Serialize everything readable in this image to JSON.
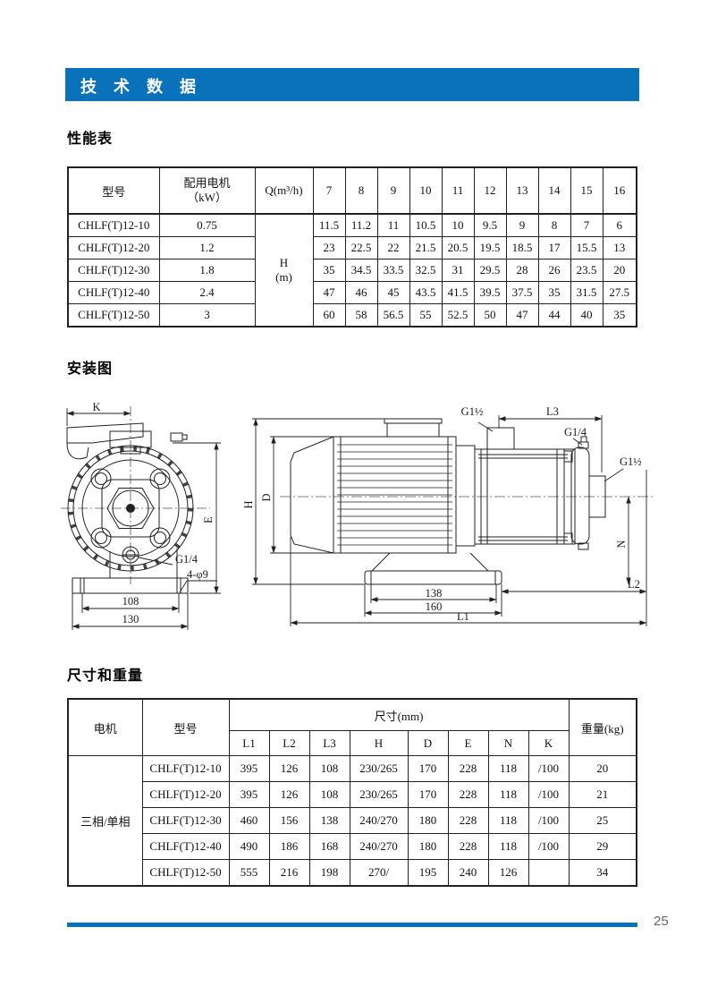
{
  "header": {
    "title": "技 术 数 据"
  },
  "sections": {
    "performance": "性能表",
    "installation": "安装图",
    "dimensions": "尺寸和重量"
  },
  "colors": {
    "accent": "#0a72ba"
  },
  "perf_table": {
    "col_model": "型号",
    "col_motor_line1": "配用电机",
    "col_motor_line2": "（kW）",
    "col_q": "Q(m³/h)",
    "flow_cols": [
      "7",
      "8",
      "9",
      "10",
      "11",
      "12",
      "13",
      "14",
      "15",
      "16"
    ],
    "h_label": "H",
    "h_unit": "(m)",
    "rows": [
      {
        "model": "CHLF(T)12-10",
        "power": "0.75",
        "v": [
          "11.5",
          "11.2",
          "11",
          "10.5",
          "10",
          "9.5",
          "9",
          "8",
          "7",
          "6"
        ]
      },
      {
        "model": "CHLF(T)12-20",
        "power": "1.2",
        "v": [
          "23",
          "22.5",
          "22",
          "21.5",
          "20.5",
          "19.5",
          "18.5",
          "17",
          "15.5",
          "13"
        ]
      },
      {
        "model": "CHLF(T)12-30",
        "power": "1.8",
        "v": [
          "35",
          "34.5",
          "33.5",
          "32.5",
          "31",
          "29.5",
          "28",
          "26",
          "23.5",
          "20"
        ]
      },
      {
        "model": "CHLF(T)12-40",
        "power": "2.4",
        "v": [
          "47",
          "46",
          "45",
          "43.5",
          "41.5",
          "39.5",
          "37.5",
          "35",
          "31.5",
          "27.5"
        ]
      },
      {
        "model": "CHLF(T)12-50",
        "power": "3",
        "v": [
          "60",
          "58",
          "56.5",
          "55",
          "52.5",
          "50",
          "47",
          "44",
          "40",
          "35"
        ]
      }
    ]
  },
  "dim_table": {
    "col_motor": "电机",
    "col_model": "型号",
    "col_size": "尺寸(mm)",
    "col_weight": "重量(kg)",
    "size_cols": [
      "L1",
      "L2",
      "L3",
      "H",
      "D",
      "E",
      "N",
      "K"
    ],
    "motor_type": "三相/单相",
    "rows": [
      {
        "model": "CHLF(T)12-10",
        "v": [
          "395",
          "126",
          "108",
          "230/265",
          "170",
          "228",
          "118",
          "/100"
        ],
        "weight": "20"
      },
      {
        "model": "CHLF(T)12-20",
        "v": [
          "395",
          "126",
          "108",
          "230/265",
          "170",
          "228",
          "118",
          "/100"
        ],
        "weight": "21"
      },
      {
        "model": "CHLF(T)12-30",
        "v": [
          "460",
          "156",
          "138",
          "240/270",
          "180",
          "228",
          "118",
          "/100"
        ],
        "weight": "25"
      },
      {
        "model": "CHLF(T)12-40",
        "v": [
          "490",
          "186",
          "168",
          "240/270",
          "180",
          "228",
          "118",
          "/100"
        ],
        "weight": "29"
      },
      {
        "model": "CHLF(T)12-50",
        "v": [
          "555",
          "216",
          "198",
          "270/",
          "195",
          "240",
          "126",
          ""
        ],
        "weight": "34"
      }
    ]
  },
  "drawings": {
    "front": {
      "dim_k": "K",
      "dim_e": "E",
      "port": "G1/4",
      "holes": "4-φ9",
      "dim_108": "108",
      "dim_130": "130"
    },
    "side": {
      "port_top": "G1½",
      "dim_l3": "L3",
      "plug": "G1/4",
      "port_right": "G1½",
      "dim_h": "H",
      "dim_d": "D",
      "dim_n": "N",
      "dim_138": "138",
      "dim_160": "160",
      "dim_l2": "L2",
      "dim_l1": "L1"
    }
  },
  "page": {
    "number": "25"
  }
}
